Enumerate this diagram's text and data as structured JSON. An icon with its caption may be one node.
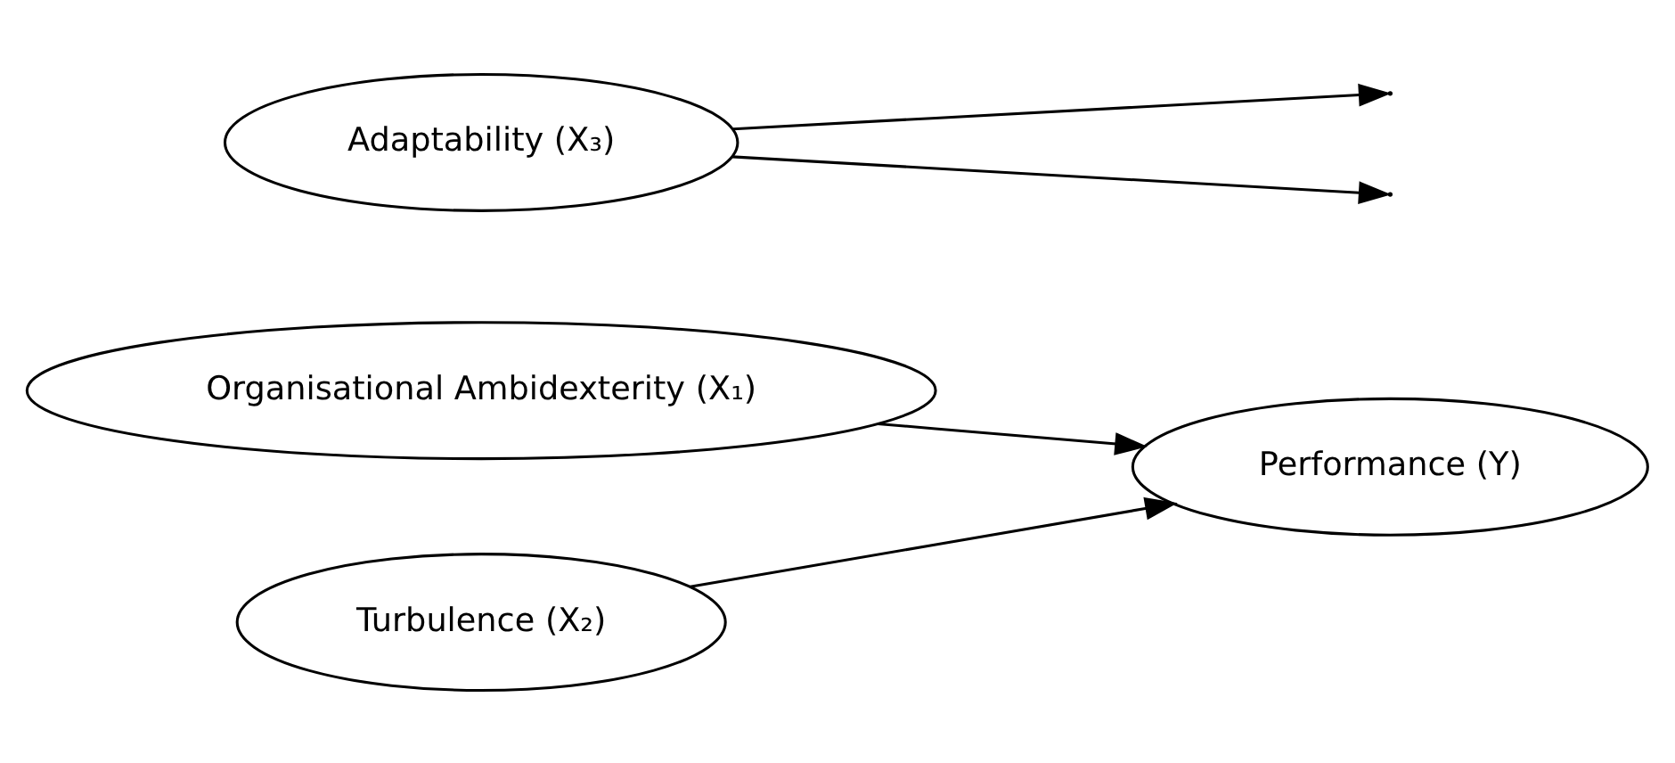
{
  "diagram": {
    "nodes": [
      {
        "text": [
          "Organisational Ambidexterity (X₁)"
        ]
      },
      {
        "text": [
          "Turbulence (X₂)"
        ]
      },
      {
        "text": [
          "Adaptability (X₃)"
        ]
      },
      {
        "text": [
          "Performance (Y)"
        ]
      }
    ],
    "edges": [
      {
        "from": 0,
        "to": 3,
        "arrow": "to"
      },
      {
        "from": 1,
        "to": 3,
        "arrow": "to"
      },
      {
        "from": 2,
        "to": null,
        "arrow": "to"
      },
      {
        "from": 2,
        "to": null,
        "arrow": "to"
      }
    ]
  }
}
